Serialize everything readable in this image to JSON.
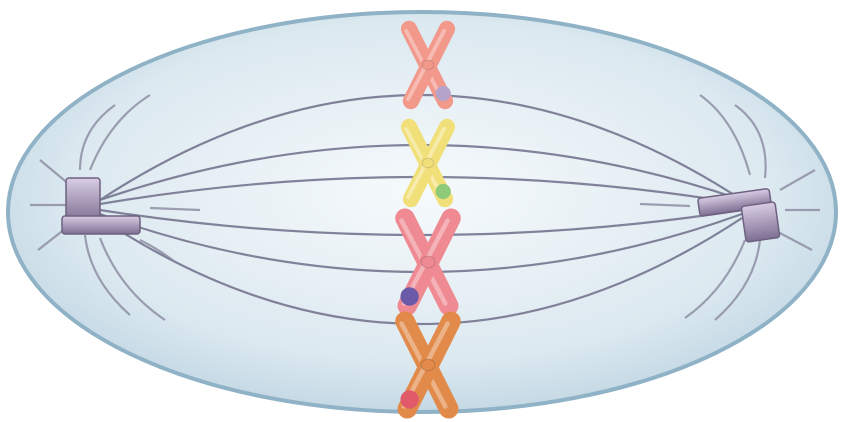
{
  "diagram": {
    "subject": "cell-division-metaphase",
    "colors": {
      "background": "#ffffff",
      "cell_fill_center": "#f4f9fb",
      "cell_fill_edge": "#c9dde8",
      "cell_outline": "#8fb2c6",
      "spindle_fiber": "#6f6f8a",
      "aster_ray": "#8a8aa0",
      "centriole": "#a99ab8",
      "centriole_dark": "#6e6080"
    },
    "chromosomes": [
      {
        "name": "chromosome-1",
        "color": "#f2998c",
        "accent": "#b5a3c9"
      },
      {
        "name": "chromosome-2",
        "color": "#f1e07a",
        "accent": "#8fc97a"
      },
      {
        "name": "chromosome-3",
        "color": "#ef8a93",
        "accent": "#6b5aa8"
      },
      {
        "name": "chromosome-4",
        "color": "#e28a4a",
        "accent": "#e05a6a"
      }
    ]
  }
}
